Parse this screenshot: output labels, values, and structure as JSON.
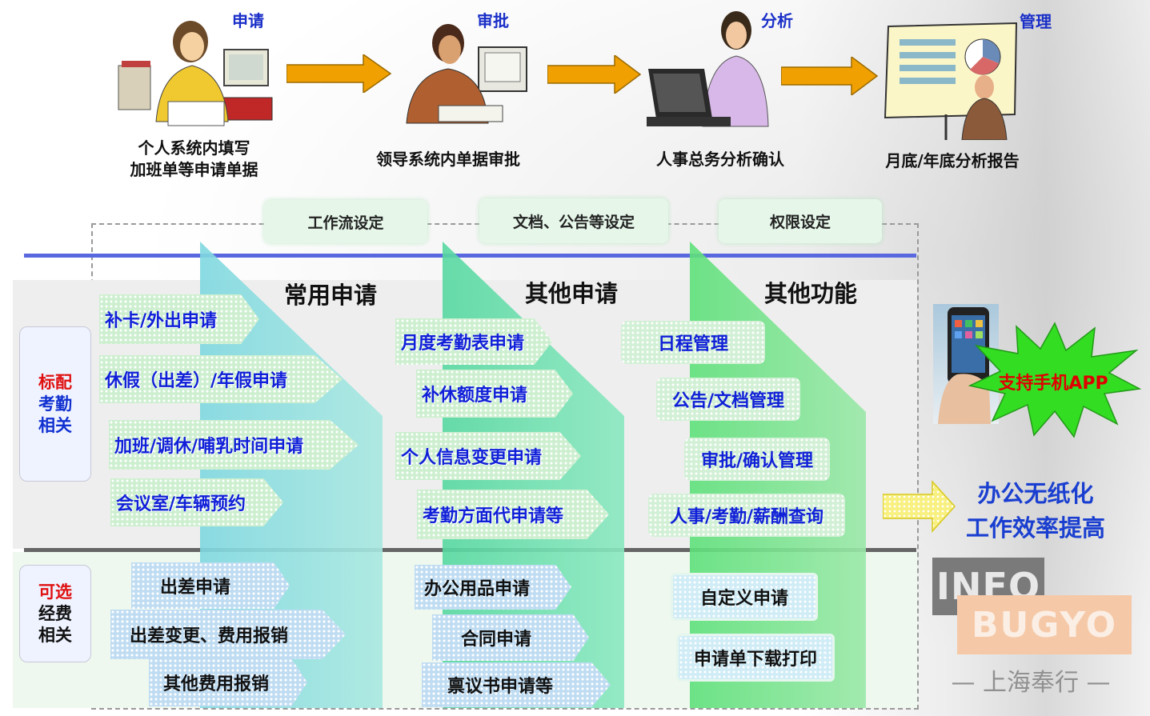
{
  "flow": {
    "steps": [
      {
        "title": "申请",
        "caption_line1": "个人系统内填写",
        "caption_line2": "加班单等申请单据"
      },
      {
        "title": "审批",
        "caption_line1": "领导系统内单据审批"
      },
      {
        "title": "分析",
        "caption_line1": "人事总务分析确认"
      },
      {
        "title": "管理",
        "caption_line1": "月底/年底分析报告"
      }
    ]
  },
  "settings": [
    "工作流设定",
    "文档、公告等设定",
    "权限设定"
  ],
  "columns": [
    "常用申请",
    "其他申请",
    "其他功能"
  ],
  "side_labels": {
    "standard": {
      "line1": "标配",
      "line2": "考勤",
      "line3": "相关"
    },
    "optional": {
      "line1": "可选",
      "line2": "经费",
      "line3": "相关"
    }
  },
  "common_apps": [
    "补卡/外出申请",
    "休假（出差）/年假申请",
    "加班/调休/哺乳时间申请",
    "会议室/车辆预约"
  ],
  "other_apps": [
    "月度考勤表申请",
    "补休额度申请",
    "个人信息变更申请",
    "考勤方面代申请等"
  ],
  "other_funcs": [
    "日程管理",
    "公告/文档管理",
    "审批/确认管理",
    "人事/考勤/薪酬查询"
  ],
  "expense_common": [
    "出差申请",
    "出差变更、费用报销",
    "其他费用报销"
  ],
  "expense_other": [
    "办公用品申请",
    "合同申请",
    "禀议书申请等"
  ],
  "expense_funcs": [
    "自定义申请",
    "申请单下载打印"
  ],
  "mobile": {
    "badge": "支持手机APP"
  },
  "result": {
    "line1": "办公无纸化",
    "line2": "工作效率提高"
  },
  "logo": {
    "line1": "INFO",
    "line2": "BUGYO",
    "tagline": "— 上海奉行 —"
  },
  "colors": {
    "accent_blue": "#1a2fc8",
    "orange_arrow": "#f0a000",
    "red": "#e00000",
    "starburst": "#33dd22"
  }
}
